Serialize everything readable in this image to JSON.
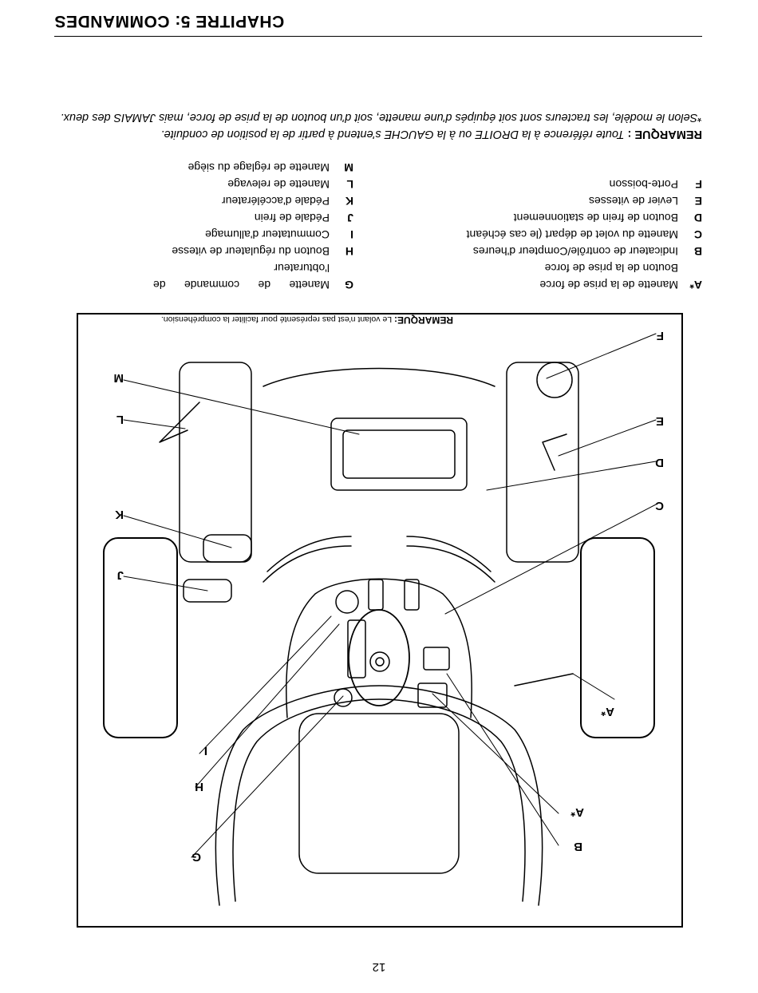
{
  "page_number": "12",
  "chapter_title": "CHAPITRE 5:  COMMANDES",
  "legend_left": [
    {
      "key": "A*",
      "text": "Manette de la prise de force"
    },
    {
      "key": "",
      "text": "Bouton de la prise de force"
    },
    {
      "key": "B",
      "text": "Indicateur de contrôle/Compteur d'heures"
    },
    {
      "key": "C",
      "text": "Manette du volet de départ (le cas échéant"
    },
    {
      "key": "D",
      "text": "Bouton de frein de stationnement"
    },
    {
      "key": "E",
      "text": "Levier de vitesses"
    },
    {
      "key": "F",
      "text": "Porte-boisson"
    }
  ],
  "legend_right": [
    {
      "key": "G",
      "text": "Manette      de      commande      de"
    },
    {
      "key": "",
      "text": "l'obturateur"
    },
    {
      "key": "H",
      "text": "Bouton du régulateur de vitesse"
    },
    {
      "key": "I",
      "text": "Commutateur d'allumage"
    },
    {
      "key": "J",
      "text": "Pédale de frein"
    },
    {
      "key": "K",
      "text": "Pédale d'accélérateur"
    },
    {
      "key": "L",
      "text": "Manette de relevage"
    },
    {
      "key": "M",
      "text": "Manette de réglage du siège"
    }
  ],
  "note": {
    "label": "REMARQUE :",
    "text": "Toute référence à la DROITE ou à la GAUCHE s'entend à partir de la position de conduite.",
    "footnote": "*Selon le modèle, les tracteurs sont soit équipés d'une manette, soit d'un bouton de la prise de force, mais JAMAIS des deux."
  },
  "figure_note": {
    "label": "REMARQUE:",
    "text": "Le volant n'est pas représenté pour faciliter la compréhension."
  },
  "callouts": [
    "F",
    "E",
    "D",
    "C",
    "A*",
    "A*",
    "B",
    "M",
    "L",
    "K",
    "J",
    "I",
    "H",
    "G"
  ]
}
